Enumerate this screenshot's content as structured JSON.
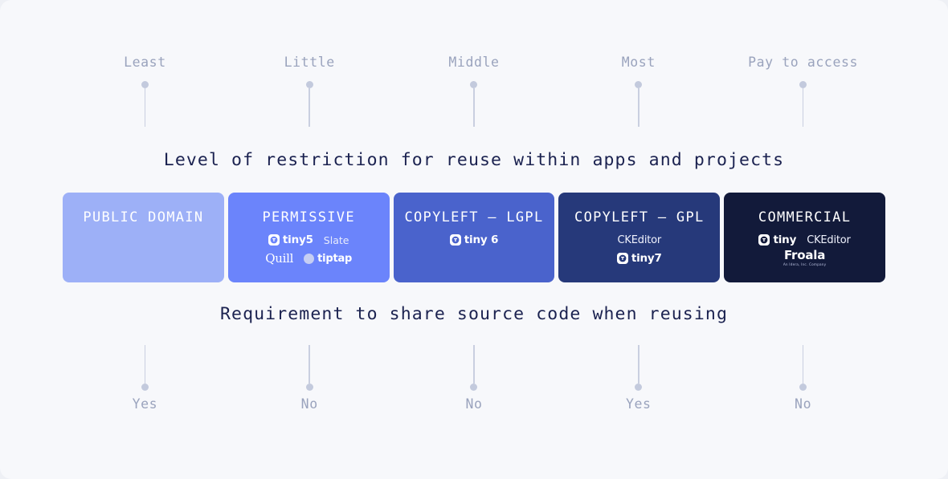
{
  "background_color": "#f7f8fb",
  "top_axis": {
    "heading": "Level of restriction for reuse within apps and projects",
    "markers": [
      {
        "label": "Least"
      },
      {
        "label": "Little"
      },
      {
        "label": "Middle"
      },
      {
        "label": "Most"
      },
      {
        "label": "Pay to access"
      }
    ]
  },
  "bottom_axis": {
    "heading": "Requirement to share source code when reusing",
    "markers": [
      {
        "label": "Yes"
      },
      {
        "label": "No"
      },
      {
        "label": "No"
      },
      {
        "label": "Yes"
      },
      {
        "label": "No"
      }
    ]
  },
  "bands": [
    {
      "title": "PUBLIC DOMAIN",
      "color": "#9db0f7",
      "logo_rows": []
    },
    {
      "title": "PERMISSIVE",
      "color": "#6b84fb",
      "logo_rows": [
        [
          {
            "type": "tiny",
            "text": "tiny5",
            "icon": "tiny-logo-icon"
          },
          {
            "type": "plain",
            "text": "Slate"
          }
        ],
        [
          {
            "type": "quill",
            "text": "Quill"
          },
          {
            "type": "tiptap",
            "text": "tiptap",
            "icon": "tiptap-circle-icon"
          }
        ]
      ]
    },
    {
      "title": "COPYLEFT — LGPL",
      "color": "#4a63cc",
      "logo_rows": [
        [
          {
            "type": "tiny",
            "text": "tiny 6",
            "icon": "tiny-logo-icon"
          }
        ]
      ]
    },
    {
      "title": "COPYLEFT — GPL",
      "color": "#26397a",
      "logo_rows": [
        [
          {
            "type": "ckeditor",
            "text": "CKEditor"
          }
        ],
        [
          {
            "type": "tiny",
            "text": "tiny7",
            "icon": "tiny-logo-icon"
          }
        ]
      ]
    },
    {
      "title": "COMMERCIAL",
      "color": "#121a3a",
      "logo_rows": [
        [
          {
            "type": "tiny",
            "text": "tiny",
            "icon": "tiny-logo-icon"
          },
          {
            "type": "ckeditor",
            "text": "CKEditor"
          }
        ],
        [
          {
            "type": "froala",
            "text": "Froala",
            "subtitle": "An Idera, Inc. Company"
          }
        ]
      ]
    }
  ]
}
